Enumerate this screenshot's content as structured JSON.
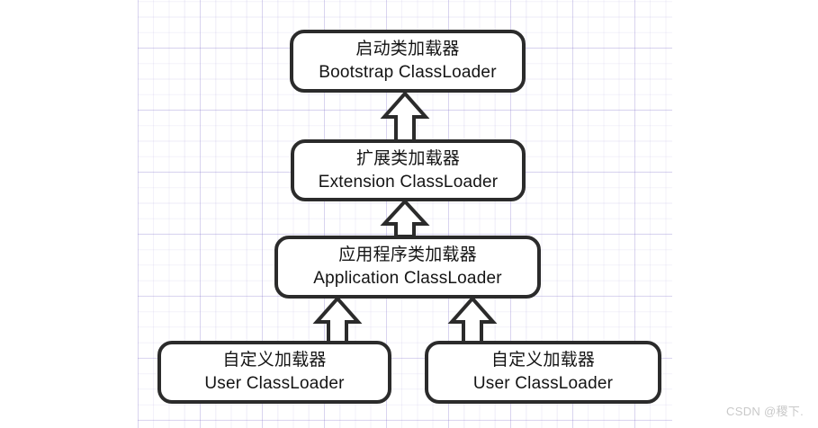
{
  "diagram": {
    "description": "JVM class loader delegation hierarchy",
    "nodes": [
      {
        "id": "bootstrap",
        "zh": "启动类加载器",
        "en": "Bootstrap ClassLoader"
      },
      {
        "id": "extension",
        "zh": "扩展类加载器",
        "en": "Extension ClassLoader"
      },
      {
        "id": "application",
        "zh": "应用程序类加载器",
        "en": "Application ClassLoader"
      },
      {
        "id": "user-left",
        "zh": "自定义加载器",
        "en": "User ClassLoader"
      },
      {
        "id": "user-right",
        "zh": "自定义加载器",
        "en": "User ClassLoader"
      }
    ],
    "edges": [
      {
        "from": "extension",
        "to": "bootstrap",
        "direction": "up"
      },
      {
        "from": "application",
        "to": "extension",
        "direction": "up"
      },
      {
        "from": "user-left",
        "to": "application",
        "direction": "up"
      },
      {
        "from": "user-right",
        "to": "application",
        "direction": "up"
      }
    ]
  },
  "watermark": "CSDN @稷下.",
  "colors": {
    "node_border": "#2b2b2b",
    "node_fill": "#ffffff",
    "text": "#141414",
    "grid_major": "#dcd8ef",
    "grid_minor": "#efedf8",
    "watermark_text": "#c9c9c9",
    "background": "#ffffff"
  }
}
